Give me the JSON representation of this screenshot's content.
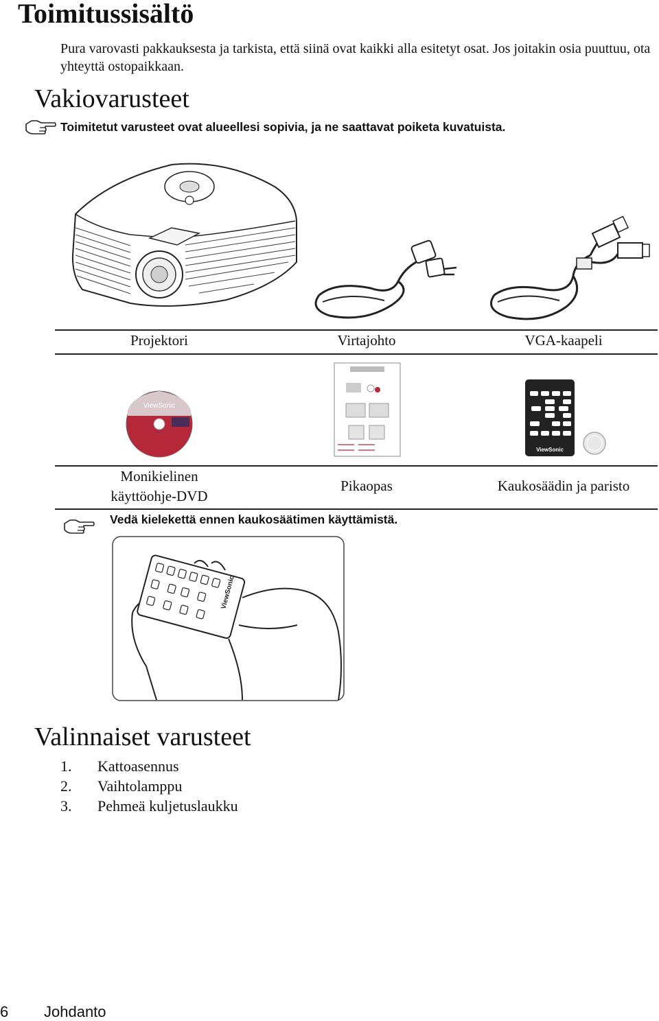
{
  "page_title": "Toimitussisältö",
  "intro": "Pura varovasti pakkauksesta ja tarkista, että siinä ovat kaikki alla esitetyt osat. Jos joitakin osia puuttuu, ota yhteyttä ostopaikkaan.",
  "standard": {
    "heading": "Vakiovarusteet",
    "note": "Toimitetut varusteet ovat alueellesi sopivia, ja ne saattavat poiketa kuvatuista.",
    "row1": [
      "Projektori",
      "Virtajohto",
      "VGA-kaapeli"
    ],
    "row2": {
      "dvd_line1": "Monikielinen",
      "dvd_line2": "käyttöohje-DVD",
      "guide": "Pikaopas",
      "remote": "Kaukosäädin ja paristo"
    },
    "tab_note": "Vedä kielekettä ennen kaukosäätimen käyttämistä."
  },
  "brand_logo": "ViewSonic",
  "optional": {
    "heading": "Valinnaiset varusteet",
    "items": [
      {
        "num": "1.",
        "label": "Kattoasennus"
      },
      {
        "num": "2.",
        "label": "Vaihtolamppu"
      },
      {
        "num": "3.",
        "label": "Pehmeä kuljetuslaukku"
      }
    ]
  },
  "footer": {
    "page_number": "6",
    "section": "Johdanto"
  },
  "icons": {
    "note": "pointing-hand-icon"
  }
}
